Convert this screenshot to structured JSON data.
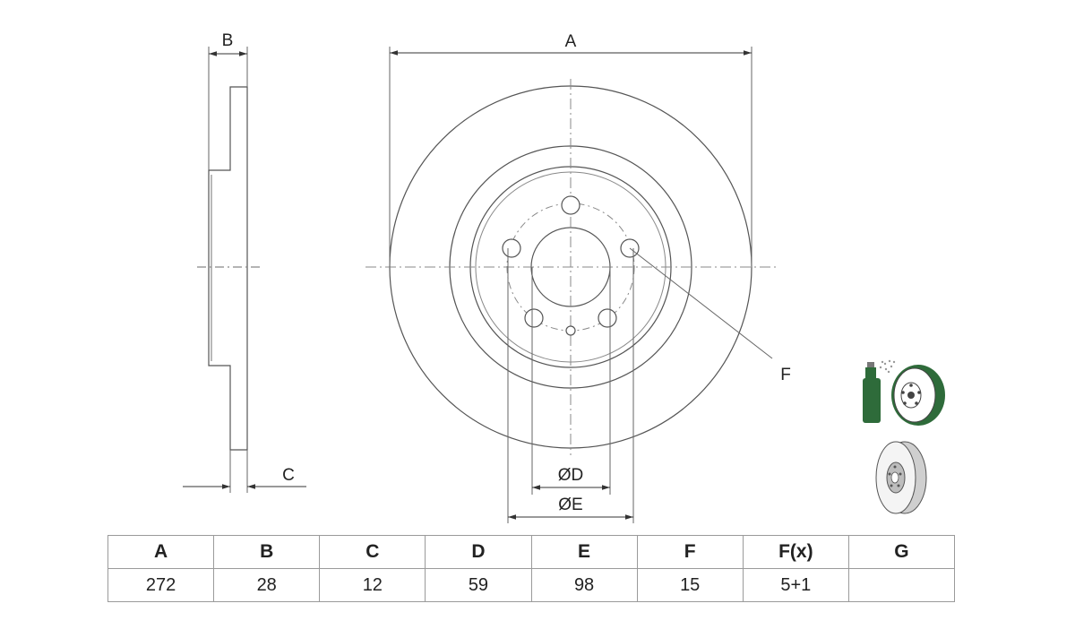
{
  "drawing": {
    "dimension_labels": {
      "a": "A",
      "b": "B",
      "c": "C",
      "d": "ØD",
      "e": "ØE",
      "f": "F"
    },
    "icons": [
      "spray-can-coating-icon",
      "coated-disc-icon",
      "disc-perspective-icon"
    ],
    "line_color": "#555555",
    "icon_color": "#2e6b3a"
  },
  "table": {
    "headers": [
      "A",
      "B",
      "C",
      "D",
      "E",
      "F",
      "F(x)",
      "G"
    ],
    "values": [
      "272",
      "28",
      "12",
      "59",
      "98",
      "15",
      "5+1",
      ""
    ]
  }
}
